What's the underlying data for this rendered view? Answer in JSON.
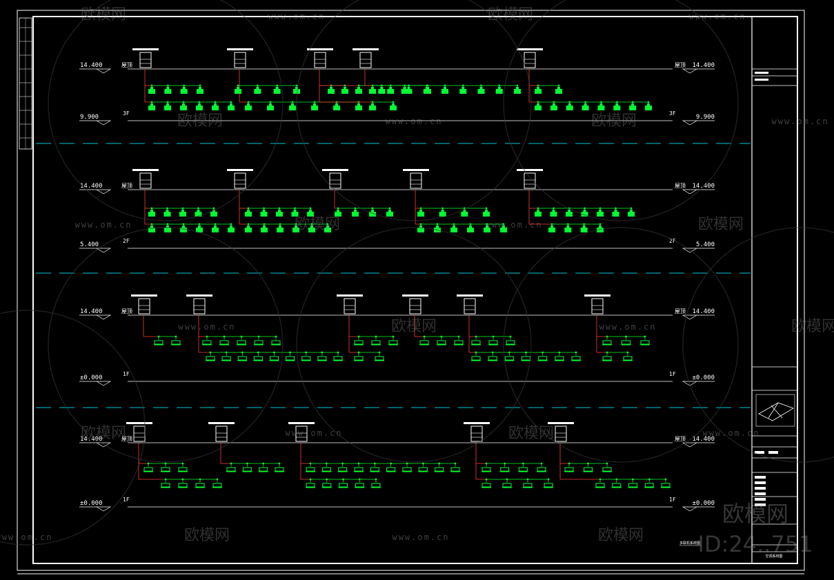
{
  "colors": {
    "background": "#000000",
    "frame": "#ffffff",
    "pipe": "#ff3b3b",
    "indoor_unit": "#00ff33",
    "section_divider": "#00c8d8",
    "watermark": "#8a8a8a"
  },
  "sections": [
    {
      "top_level": "14.400",
      "top_floor": "屋顶",
      "bottom_level": "9.900",
      "bottom_floor": "3F",
      "systems": 5
    },
    {
      "top_level": "14.400",
      "top_floor": "屋顶",
      "bottom_level": "5.400",
      "bottom_floor": "2F",
      "systems": 5
    },
    {
      "top_level": "14.400",
      "top_floor": "屋顶",
      "bottom_level": "±0.000",
      "bottom_floor": "1F",
      "systems": 6
    },
    {
      "top_level": "14.400",
      "top_floor": "屋顶",
      "bottom_level": "±0.000",
      "bottom_floor": "1F",
      "systems": 5
    }
  ],
  "drawing_title": "多联机系统图",
  "title_block_label": "空调系统图",
  "watermark": {
    "brand": "欧模网",
    "url": "www.om.cn",
    "id_text": "ID:24..751"
  }
}
